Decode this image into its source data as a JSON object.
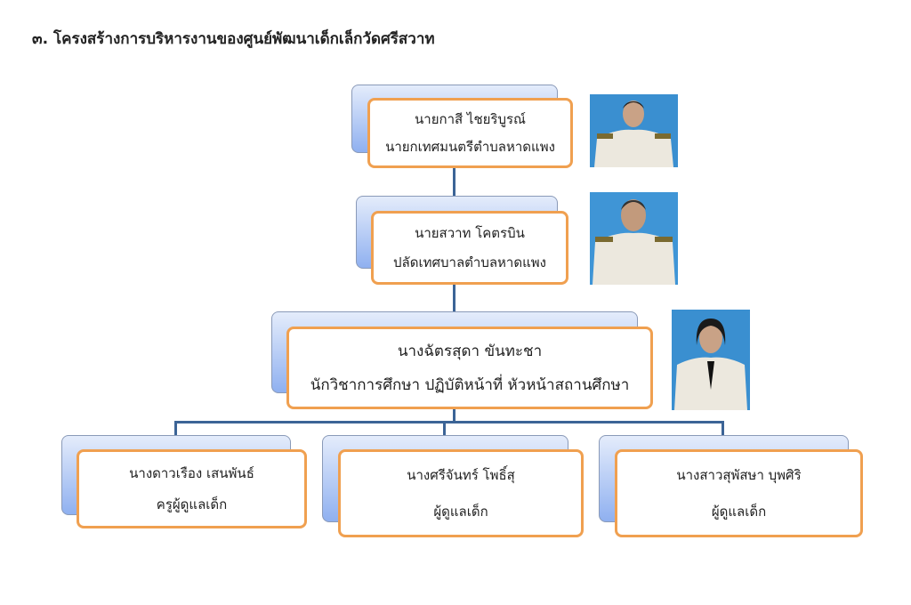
{
  "title": "๓. โครงสร้างการบริหารงานของศูนย์พัฒนาเด็กเล็กวัดศรีสวาท",
  "nodes": [
    {
      "name": "นายกาสี  ไชยริบูรณ์",
      "role": "นายกเทศมนตรีตำบลหาดแพง",
      "photo": "portrait-male"
    },
    {
      "name": "นายสวาท  โคตรบิน",
      "role": "ปลัดเทศบาลตำบลหาดแพง",
      "photo": "portrait-male"
    },
    {
      "name": "นางฉัตรสุดา  ขันทะชา",
      "role": "นักวิชาการศึกษา ปฏิบัติหน้าที่ หัวหน้าสถานศึกษา",
      "photo": "portrait-female"
    },
    {
      "name": "นางดาวเรือง  เสนพันธ์",
      "role": "ครูผู้ดูแลเด็ก"
    },
    {
      "name": "นางศรีจันทร์  โพธิ์สุ",
      "role": "ผู้ดูแลเด็ก"
    },
    {
      "name": "นางสาวสุพัสษา  บุพศิริ",
      "role": "ผู้ดูแลเด็ก"
    }
  ],
  "colors": {
    "border": "#f0a050",
    "connector": "#3c6496",
    "photo_bg": "#3a8fd0",
    "uniform": "#ece8de"
  }
}
